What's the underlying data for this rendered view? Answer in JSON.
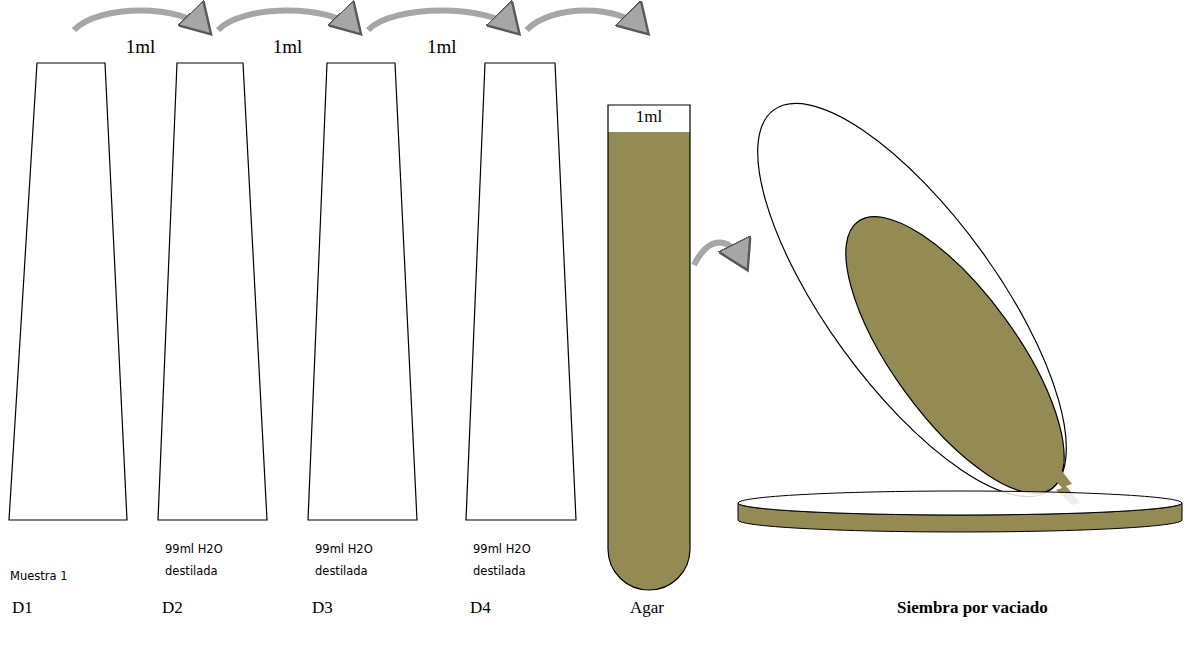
{
  "diagram": {
    "nodes": [
      {
        "text": [
          "Muestra 1",
          "D1"
        ]
      },
      {
        "text": [
          "99ml H2O destilada",
          "D2"
        ]
      },
      {
        "text": [
          "99ml H2O destilada",
          "D3"
        ]
      },
      {
        "text": [
          "99ml H2O destilada",
          "D4"
        ]
      },
      {
        "text": [
          "1ml",
          "Agar"
        ]
      },
      {
        "text": [
          "Siembra por vaciado"
        ]
      }
    ],
    "edges": [
      {
        "from": 0,
        "to": 1,
        "label": "1ml",
        "arrow": "to"
      },
      {
        "from": 1,
        "to": 2,
        "label": "1ml",
        "arrow": "to"
      },
      {
        "from": 2,
        "to": 3,
        "label": "1ml",
        "arrow": "to"
      },
      {
        "from": 3,
        "to": 4,
        "arrow": "to"
      },
      {
        "from": 4,
        "to": 5,
        "arrow": "to"
      }
    ]
  }
}
